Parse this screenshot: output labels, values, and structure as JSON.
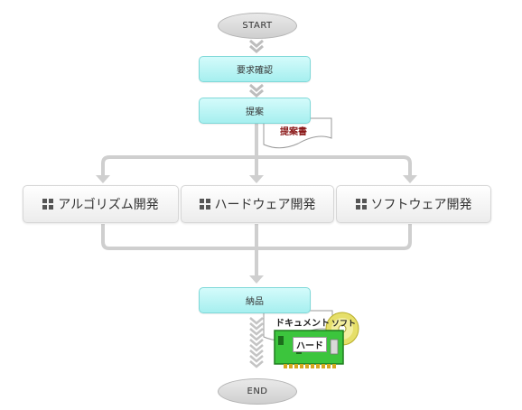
{
  "flow": {
    "start": "START",
    "end": "END",
    "step1": "要求確認",
    "step2": "提案",
    "proposal_doc": "提案書",
    "branches": [
      "アルゴリズム開発",
      "ハードウェア開発",
      "ソフトウェア開発"
    ],
    "delivery": "納品",
    "deliverables": {
      "document": "ドキュメント",
      "software": "ソフト",
      "hardware": "ハード"
    }
  },
  "colors": {
    "step_fill": "#b8f3f3",
    "document_text": "#8b1a1a",
    "board_green": "#39c43a",
    "connector": "#c9c9c9"
  }
}
